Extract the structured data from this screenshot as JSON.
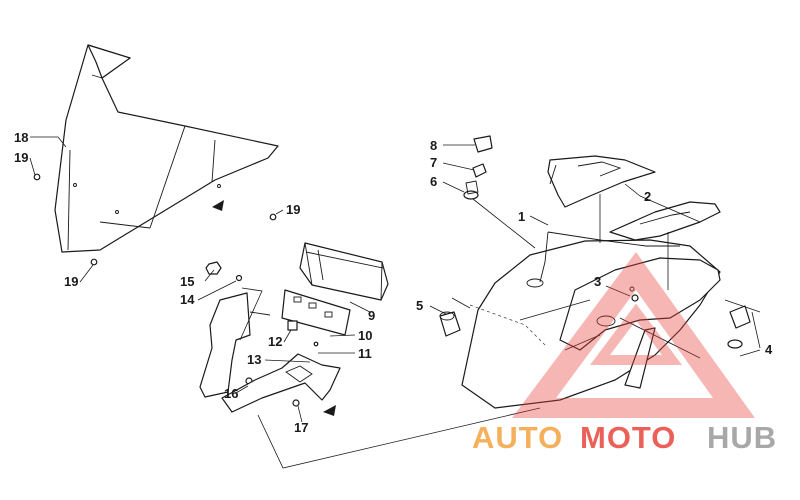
{
  "diagram": {
    "callouts": {
      "c1": "1",
      "c2": "2",
      "c3": "3",
      "c4": "4",
      "c5": "5",
      "c6": "6",
      "c7": "7",
      "c8": "8",
      "c9": "9",
      "c10": "10",
      "c11": "11",
      "c12": "12",
      "c13": "13",
      "c14": "14",
      "c15": "15",
      "c16": "16",
      "c17": "17",
      "c18": "18",
      "c19a": "19",
      "c19b": "19",
      "c19c": "19"
    }
  },
  "watermark": {
    "part1": "AUTO",
    "part2": "MOTO",
    "part3": "HUB",
    "color_orange": "#f4a340",
    "color_red": "#e8453c",
    "color_gray": "#9a9a9a"
  }
}
